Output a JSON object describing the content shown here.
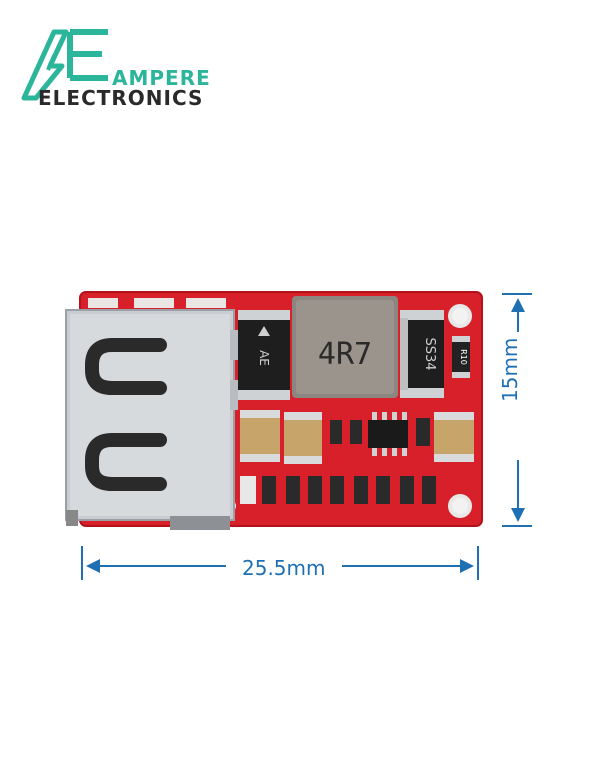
{
  "logo": {
    "mark": "AE",
    "line1": "AMPERE",
    "line2": "ELECTRONICS",
    "colors": {
      "mark": "#2bb59a",
      "text": "#2a2a2a"
    }
  },
  "board": {
    "inductor_marking": "4R7",
    "diode_marking": "SS34",
    "left_part_marking": "AE",
    "resistor_marking": "R10"
  },
  "dimensions": {
    "width": "25.5mm",
    "height": "15mm",
    "color": "#1f6fb3"
  }
}
